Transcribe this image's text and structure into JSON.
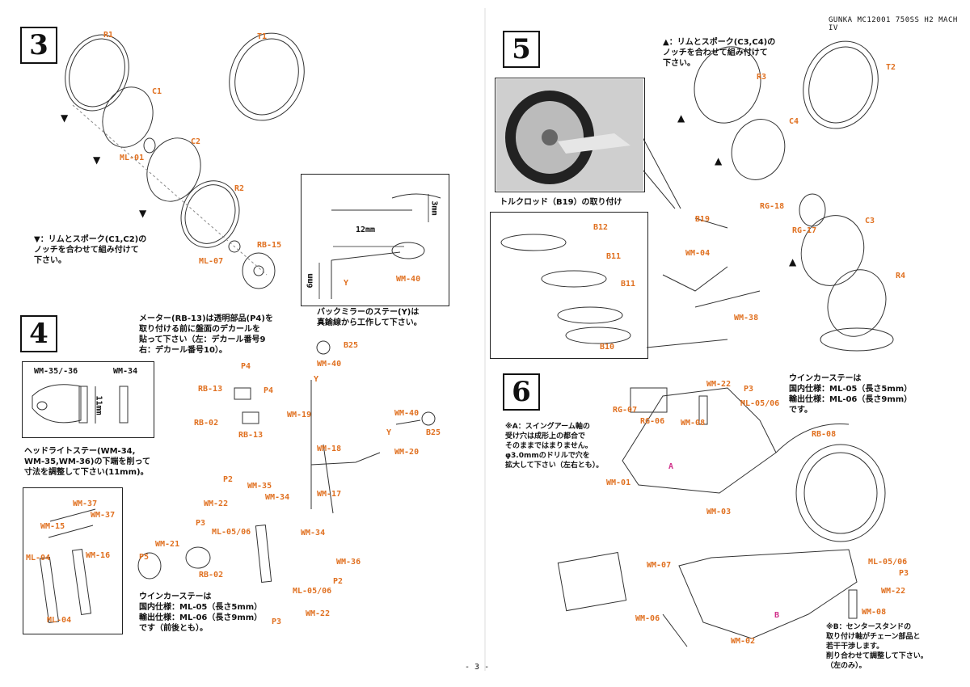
{
  "header": {
    "title": "GUNKA MC12001 750SS H2 MACH IV"
  },
  "page_number": "- 3 -",
  "steps": {
    "s3": {
      "num": "3",
      "labels": {
        "r1": "R1",
        "t1": "T1",
        "c1": "C1",
        "c2": "C2",
        "ml01": "ML-01",
        "r2": "R2",
        "rb15": "RB-15",
        "ml07": "ML-07",
        "wm40": "WM-40",
        "y": "Y"
      },
      "note": "▼：リムとスポーク(C1,C2)の\nノッチを合わせて組み付けて\n下さい。",
      "mirror_box": {
        "dim12": "12mm",
        "dim3": "3mm",
        "dim6": "6mm"
      },
      "mirror_note": "バックミラーのステー(Y)は\n真鍮線から工作して下さい。"
    },
    "s4": {
      "num": "4",
      "meter_note": "メーター(RB-13)は透明部品(P4)を\n取り付ける前に盤面のデカールを\n貼って下さい（左：デカール番号9\n右：デカール番号10）。",
      "headlight_box": {
        "wm3536": "WM-35/-36",
        "wm34": "WM-34",
        "dim": "11mm"
      },
      "headlight_note": "ヘッドライトステー(WM-34,\nWM-35,WM-36)の下端を削って\n寸法を調整して下さい(11mm)。",
      "fork_labels": {
        "wm37a": "WM-37",
        "wm37b": "WM-37",
        "wm15": "WM-15",
        "wm16": "WM-16",
        "ml04a": "ML-04",
        "ml04b": "ML-04"
      },
      "labels": {
        "b25a": "B25",
        "wm40": "WM-40",
        "p4a": "P4",
        "p4b": "P4",
        "rb13a": "RB-13",
        "rb13b": "RB-13",
        "rb02a": "RB-02",
        "y1": "Y",
        "wm19": "WM-19",
        "wm18": "WM-18",
        "wm40b": "WM-40",
        "b25b": "B25",
        "y2": "Y",
        "wm20": "WM-20",
        "wm17": "WM-17",
        "p2a": "P2",
        "wm35": "WM-35",
        "wm34": "WM-34",
        "wm22a": "WM-22",
        "p3a": "P3",
        "ml0506a": "ML-05/06",
        "wm21": "WM-21",
        "p5": "P5",
        "rb02b": "RB-02",
        "wm34b": "WM-34",
        "wm36": "WM-36",
        "p2b": "P2",
        "ml0506b": "ML-05/06",
        "p3b": "P3",
        "wm22b": "WM-22"
      },
      "winker_note": "ウインカーステーは\n国内仕様：ML-05（長さ5mm）\n輸出仕様：ML-06（長さ9mm）\nです（前後とも）。"
    },
    "s5": {
      "num": "5",
      "note": "▲：リムとスポーク(C3,C4)の\nノッチを合わせて組み付けて\n下さい。",
      "photo_caption": "トルクロッド（B19）の取り付け",
      "chain_labels": {
        "b12": "B12",
        "b11a": "B11",
        "b11b": "B11",
        "b10": "B10"
      },
      "labels": {
        "r3": "R3",
        "t2": "T2",
        "c4": "C4",
        "b19": "B19",
        "rg18": "RG-18",
        "rg17": "RG-17",
        "c3": "C3",
        "wm04": "WM-04",
        "wm38": "WM-38",
        "r4": "R4"
      }
    },
    "s6": {
      "num": "6",
      "winker_note": "ウインカーステーは\n国内仕様：ML-05（長さ5mm）\n輸出仕様：ML-06（長さ9mm）\nです。",
      "note_a": "※A：スイングアーム軸の\n受け穴は成形上の都合で\nそのままではまりません。\nφ3.0mmのドリルで穴を\n拡大して下さい（左右とも）。",
      "note_b": "※B：センタースタンドの\n取り付け軸がチェーン部品と\n若干干渉します。\n削り合わせて調整して下さい。\n（左のみ）。",
      "labels": {
        "rg07": "RG-07",
        "rg06": "RG-06",
        "wm08a": "WM-08",
        "wm22a": "WM-22",
        "p3a": "P3",
        "ml0506a": "ML-05/06",
        "rb08": "RB-08",
        "wm01": "WM-01",
        "a": "A",
        "wm03": "WM-03",
        "wm07": "WM-07",
        "ml0506b": "ML-05/06",
        "p3b": "P3",
        "wm22b": "WM-22",
        "wm08b": "WM-08",
        "wm06": "WM-06",
        "b": "B",
        "wm02": "WM-02"
      }
    }
  }
}
